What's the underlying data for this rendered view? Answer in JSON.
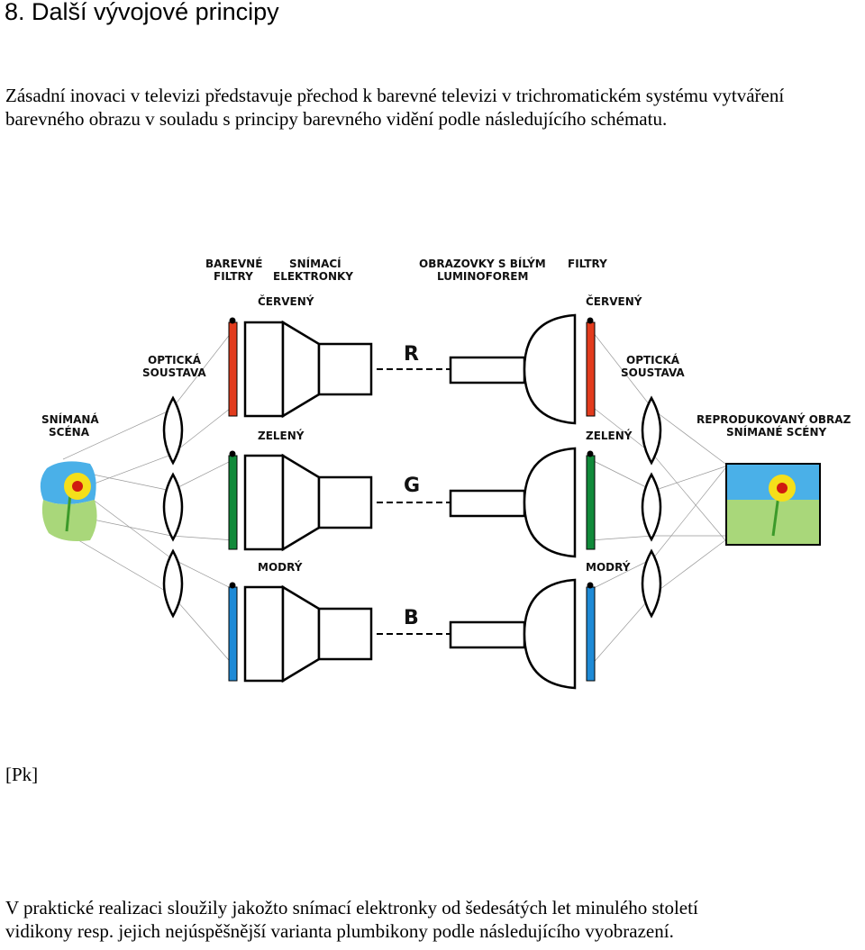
{
  "heading": "8. Další vývojové principy",
  "intro": "Zásadní inovaci v televizi představuje přechod k barevné televizi v trichromatickém systému vytváření barevného obrazu v souladu s principy barevného vidění podle následujícího schématu.",
  "diagram": {
    "labels": {
      "colour_filters_1": "BAREVNÉ",
      "colour_filters_2": "FILTRY",
      "camera_tubes_1": "SNÍMACÍ",
      "camera_tubes_2": "ELEKTRONKY",
      "screens_1": "OBRAZOVKY S BÍLÝM",
      "screens_2": "LUMINOFOREM",
      "filters_right": "FILTRY",
      "optics_1": "OPTICKÁ",
      "optics_2": "SOUSTAVA",
      "scene_1": "SNÍMANÁ",
      "scene_2": "SCÉNA",
      "reproduced_1": "REPRODUKOVANÝ OBRAZ",
      "reproduced_2": "SNÍMANÉ SCÉNY",
      "red": "ČERVENÝ",
      "green": "ZELENÝ",
      "blue": "MODRÝ"
    },
    "channels": [
      "R",
      "G",
      "B"
    ],
    "colors": {
      "red": "#e23b1d",
      "green": "#118a3a",
      "blue": "#1e8ad6",
      "sky": "#4ab0e8",
      "grass": "#a9d77a",
      "petal": "#f5df1a",
      "flower_center": "#d01a10",
      "stem": "#3c9a2a"
    }
  },
  "source_tag": "[Pk]",
  "outro_line1": "V praktické realizaci sloužily jakožto snímací elektronky od šedesátých let minulého století",
  "outro_line2": "vidikony  resp. jejich nejúspěšnější varianta plumbikony podle následujícího vyobrazení."
}
